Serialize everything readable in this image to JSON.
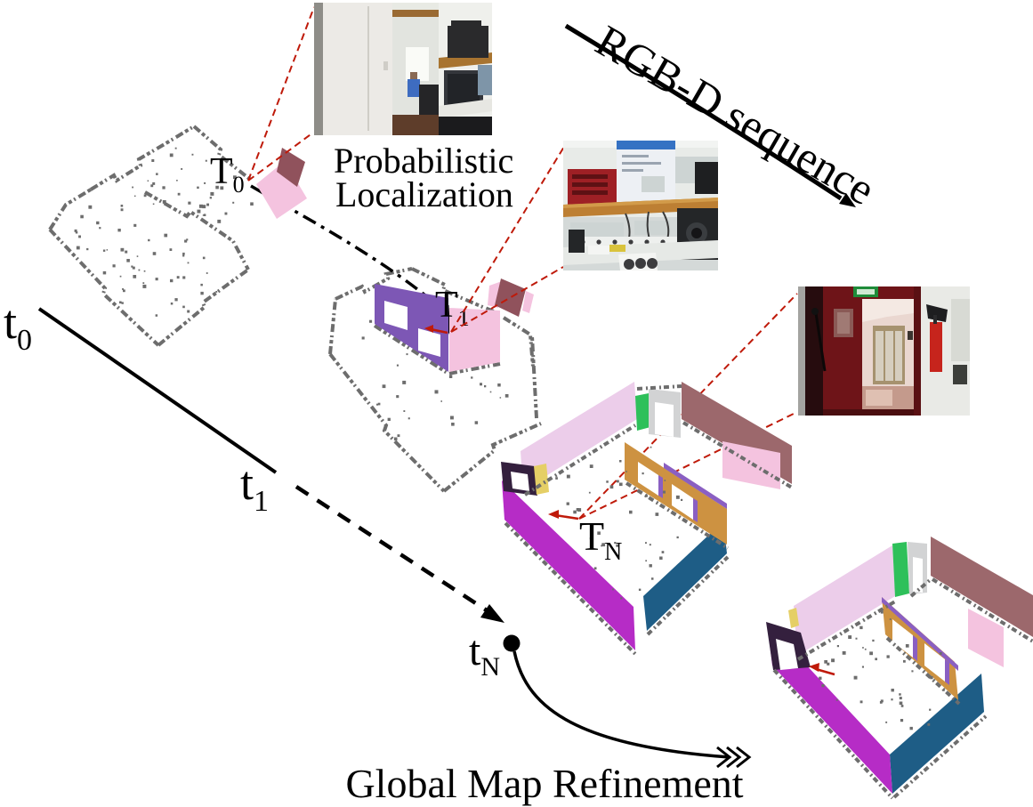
{
  "labels": {
    "rgbd_sequence": "RGB-D sequence",
    "probabilistic_line1": "Probabilistic",
    "probabilistic_line2": "Localization",
    "global_map_refinement": "Global Map Refinement",
    "pose0": {
      "main": "T",
      "sub": "0"
    },
    "pose1": {
      "main": "T",
      "sub": "1"
    },
    "poseN": {
      "main": "T",
      "sub": "N"
    },
    "time0": {
      "main": "t",
      "sub": "0"
    },
    "time1": {
      "main": "t",
      "sub": "1"
    },
    "timeN": {
      "main": "t",
      "sub": "N"
    }
  },
  "photos": [
    {
      "name": "office-doorway-photo",
      "depicts": "open white door into office with person at desk, printer and monitors on right"
    },
    {
      "name": "lab-bench-photo",
      "depicts": "electronics lab bench with red tool cabinet, poster, wooden shelf and instruments"
    },
    {
      "name": "corridor-door-photo",
      "depicts": "dark red door opening to corridor with glass cabinets, fire extinguisher on white wall"
    }
  ],
  "colors": {
    "ink": "#000000",
    "cloud": "#6d6d6d",
    "red": "#bf1a0a",
    "magenta": "#b62cc6",
    "blue": "#1e5d86",
    "orange": "#cd9241",
    "pale_pink": "#eccdea",
    "pink": "#f4c3df",
    "maroon": "#9c686c",
    "dark_maroon": "#90525c",
    "green": "#2ec05a",
    "door_gray": "#d2d3d4",
    "dark_purple": "#34203e",
    "wall_purple": "#7d57b5",
    "trim_purple": "#8a5fc2",
    "yellow": "#e5cf66",
    "white": "#ffffff",
    "p1_wall": "#eff0ec",
    "p1_edge": "#8e8d88",
    "p1_door": "#eceae6",
    "p1_seam": "#cfcdc7",
    "p1_ceil": "#e8eae4",
    "p1_beam": "#9a6a33",
    "p1_back": "#e2e4df",
    "p1_window": "#fafbf7",
    "p1_person": "#3e6cc0",
    "p1_skin": "#8a6a55",
    "p1_dark": "#252527",
    "p1_floor": "#5e3d2a",
    "p1_wood": "#a87430",
    "p1_printer": "#2a2a2c",
    "p1_monitor": "#34363b",
    "p1_screen": "#222428",
    "p1_screen2": "#7e95a8",
    "p1_desk": "#e7e7e2",
    "p1_under": "#1b1b1d",
    "p2_wall": "#e8ebe8",
    "p2_ceil": "#f2f4f2",
    "p2_red": "#9e2025",
    "p2_red_dark": "#5e1114",
    "p2_poster": "#edf0f4",
    "p2_blue": "#3572c3",
    "p2_text": "#9aa4b0",
    "p2_wood": "#bd7f33",
    "p2_wood_light": "#d29b4a",
    "p2_under": "#d4d9d8",
    "p2_panel": "#cdd4d3",
    "p2_dark": "#242628",
    "p2_strip": "#eef0ee",
    "p2_bench": "#e6e9e6",
    "p2_yellow": "#d9c33c",
    "p2_paper": "#f4f5f3",
    "p2_hole": "#3c3c3e",
    "p2_monitor": "#1e1f21",
    "p2_cable": "#3a3a3a",
    "p3_wall": "#e9eae6",
    "p3_gray": "#a3a3a0",
    "p3_darkest": "#260c0e",
    "p3_red": "#6e1418",
    "p3_red_edge": "#5a1013",
    "p3_window": "#8a5a56",
    "p3_green": "#1f8c3a",
    "p3_green_text": "#cfe8d2",
    "p3_hall": "#ead7d0",
    "p3_arch": "#f4e9e3",
    "p3_cab": "#a6926f",
    "p3_glass": "#d6cebf",
    "p3_floor": "#c49a8c",
    "p3_shine": "#dfc0b2",
    "p3_ext": "#c6241c",
    "p3_bracket": "#1e1e20",
    "p3_box": "#d8dad4",
    "p3_panel": "#3c3e3a",
    "p3_bottom": "#4a0e10"
  }
}
